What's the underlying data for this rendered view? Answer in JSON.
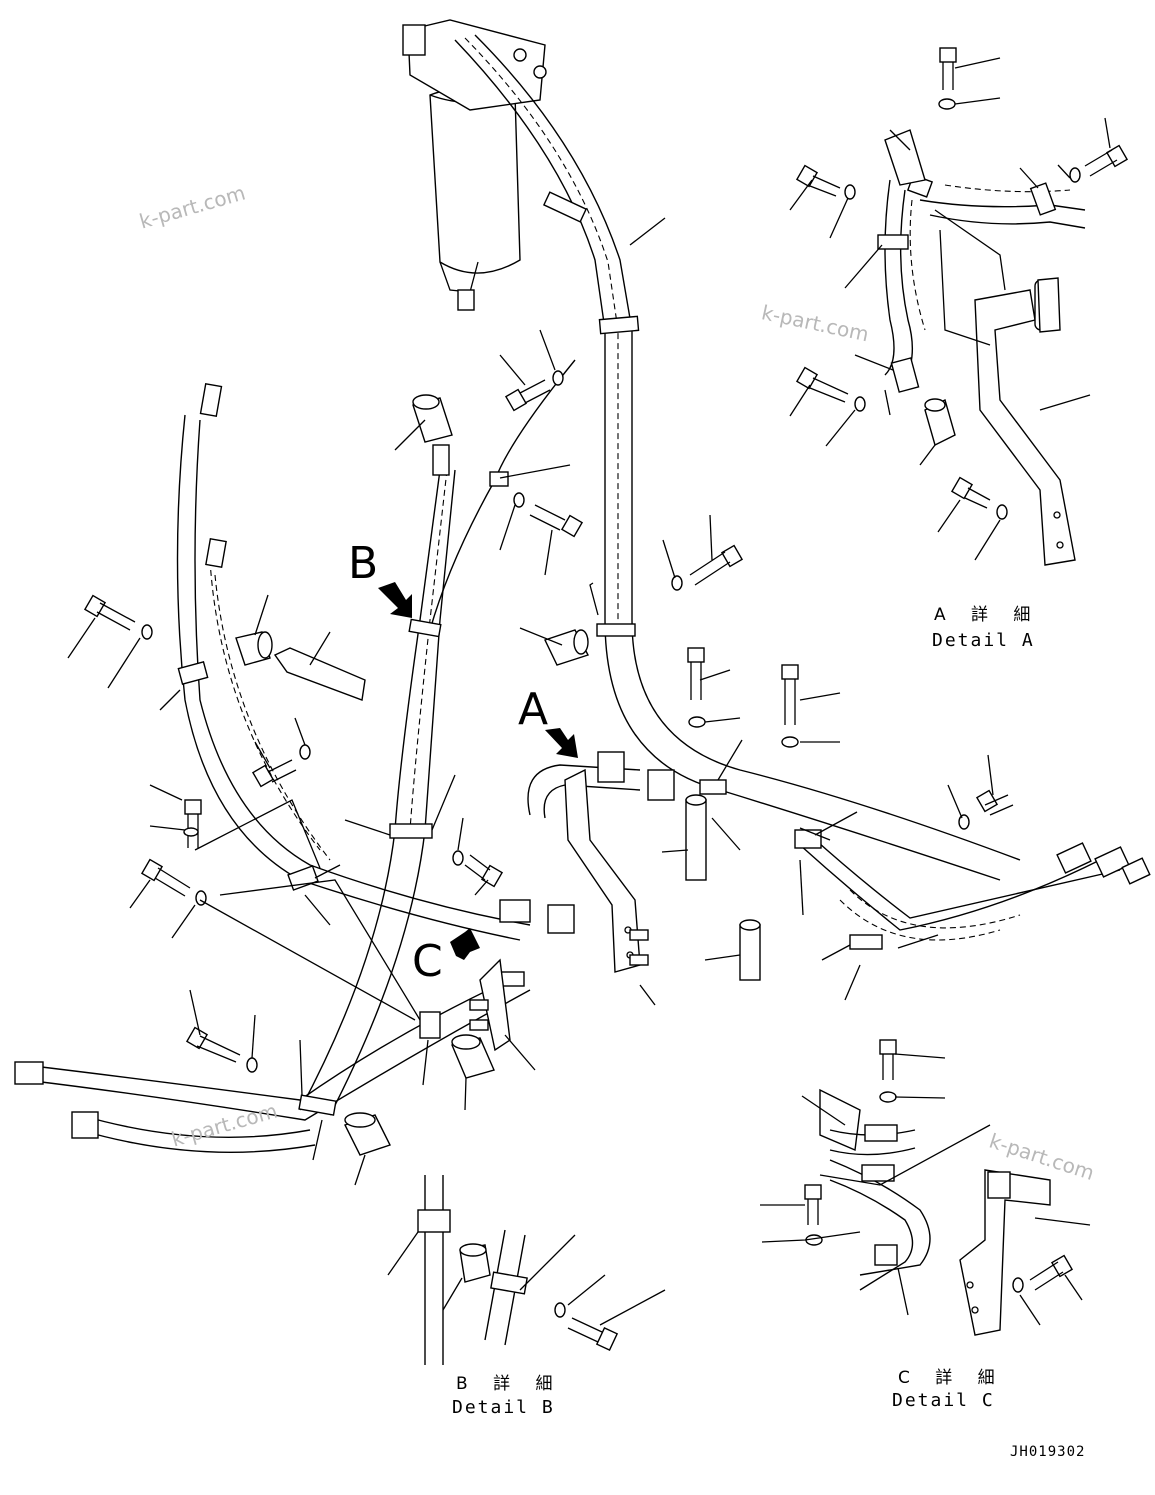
{
  "diagram": {
    "view_labels": {
      "a": "A",
      "b": "B",
      "c": "C"
    },
    "details": {
      "a": {
        "japanese": "A 詳 細",
        "english": "Detail A"
      },
      "b": {
        "japanese": "B 詳 細",
        "english": "Detail B"
      },
      "c": {
        "japanese": "C 詳 細",
        "english": "Detail C"
      }
    },
    "drawing_number": "JH019302",
    "watermarks": [
      "k-part.com",
      "k-part.com",
      "k-part.com",
      "k-part.com"
    ],
    "colors": {
      "line": "#000000",
      "background": "#ffffff",
      "watermark": "#b8b8b8"
    }
  }
}
